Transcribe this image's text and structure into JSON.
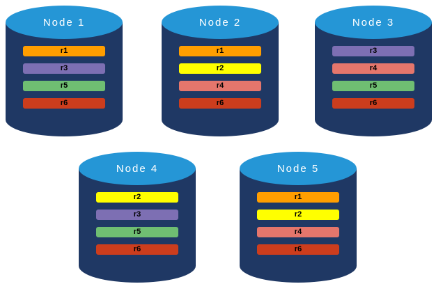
{
  "palette": {
    "cylinder_body": "#1F3864",
    "cylinder_top": "#2596D6",
    "r1": "#FF9E00",
    "r2": "#FFFF00",
    "r3": "#7D6FB3",
    "r4": "#E5766C",
    "r5": "#6FBE72",
    "r6": "#CC3D1D"
  },
  "nodes": [
    {
      "title": "Node 1",
      "bars": [
        {
          "label": "r1",
          "color": "#FF9E00"
        },
        {
          "label": "r3",
          "color": "#7D6FB3"
        },
        {
          "label": "r5",
          "color": "#6FBE72"
        },
        {
          "label": "r6",
          "color": "#CC3D1D"
        }
      ]
    },
    {
      "title": "Node 2",
      "bars": [
        {
          "label": "r1",
          "color": "#FF9E00"
        },
        {
          "label": "r2",
          "color": "#FFFF00"
        },
        {
          "label": "r4",
          "color": "#E5766C"
        },
        {
          "label": "r6",
          "color": "#CC3D1D"
        }
      ]
    },
    {
      "title": "Node 3",
      "bars": [
        {
          "label": "r3",
          "color": "#7D6FB3"
        },
        {
          "label": "r4",
          "color": "#E5766C"
        },
        {
          "label": "r5",
          "color": "#6FBE72"
        },
        {
          "label": "r6",
          "color": "#CC3D1D"
        }
      ]
    },
    {
      "title": "Node 4",
      "bars": [
        {
          "label": "r2",
          "color": "#FFFF00"
        },
        {
          "label": "r3",
          "color": "#7D6FB3"
        },
        {
          "label": "r5",
          "color": "#6FBE72"
        },
        {
          "label": "r6",
          "color": "#CC3D1D"
        }
      ]
    },
    {
      "title": "Node 5",
      "bars": [
        {
          "label": "r1",
          "color": "#FF9E00"
        },
        {
          "label": "r2",
          "color": "#FFFF00"
        },
        {
          "label": "r4",
          "color": "#E5766C"
        },
        {
          "label": "r6",
          "color": "#CC3D1D"
        }
      ]
    }
  ]
}
